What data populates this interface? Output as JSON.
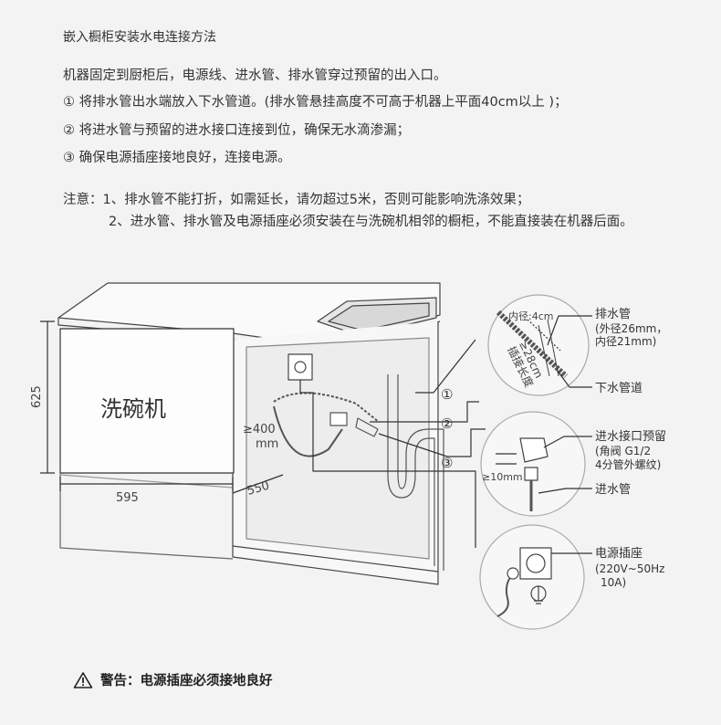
{
  "title": "嵌入橱柜安装水电连接方法",
  "intro": "机器固定到厨柜后，电源线、进水管、排水管穿过预留的出入口。",
  "steps": [
    "① 将排水管出水端放入下水管道。(排水管悬挂高度不可高于机器上平面40cm以上 )；",
    "② 将进水管与预留的进水接口连接到位，确保无水滴渗漏；",
    "③ 确保电源插座接地良好，连接电源。"
  ],
  "notes": [
    "注意：1、排水管不能打折，如需延长，请勿超过5米，否则可能影响洗涤效果；",
    "2、进水管、排水管及电源插座必须安装在与洗碗机相邻的橱柜，不能直接装在机器后面。"
  ],
  "diagram": {
    "machine_label": "洗碗机",
    "height": "625",
    "width": "595",
    "depth": "550",
    "gap_line1": "≥400",
    "gap_line2": "mm",
    "markers": [
      "①",
      "②",
      "③"
    ],
    "drain": {
      "inner_dia": "内径:4cm",
      "insert_line1": "插接长度",
      "insert_line2": "≥28cm",
      "hose_title": "排水管",
      "hose_spec1": "(外径26mm，",
      "hose_spec2": "内径21mm)",
      "pipe": "下水管道"
    },
    "inlet": {
      "title": "进水接口预留",
      "spec1": "(角阀 G1/2",
      "spec2": "4分管外螺纹)",
      "min": "≥10mm",
      "hose": "进水管"
    },
    "power": {
      "title": "电源插座",
      "spec1": "(220V~50Hz",
      "spec2": "10A)"
    }
  },
  "warning": "警告：电源插座必须接地良好"
}
